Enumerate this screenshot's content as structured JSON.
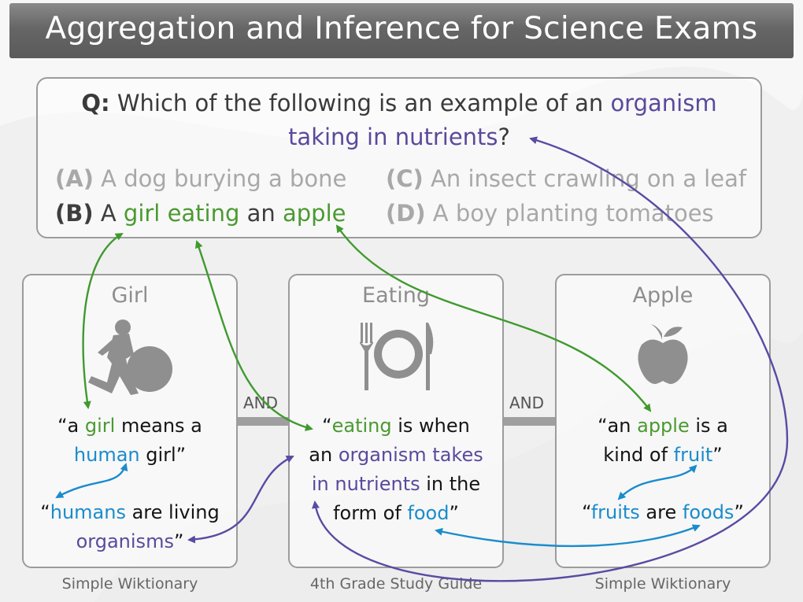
{
  "title": "Aggregation and Inference for Science Exams",
  "question": {
    "prefix": "Q:",
    "line1_a": " Which of the following is an example of an ",
    "line1_b": "organism",
    "line2_a": "taking in nutrients",
    "line2_b": "?",
    "options": {
      "a": {
        "letter": "(A)",
        "text": " A dog burying a bone"
      },
      "b": {
        "letter": "(B)",
        "t1": " A ",
        "t2": "girl eating",
        "t3": " an ",
        "t4": "apple"
      },
      "c": {
        "letter": "(C)",
        "text": " An insect crawling on a leaf"
      },
      "d": {
        "letter": "(D)",
        "text": " A boy planting tomatoes"
      }
    }
  },
  "cards": {
    "girl": {
      "title": "Girl",
      "icon": "girl-kicking-ball-icon",
      "d1_a": "“a ",
      "d1_b": "girl",
      "d1_c": " means a",
      "d2_a": "human",
      "d2_b": " girl”",
      "d3_a": "“",
      "d3_b": "humans",
      "d3_c": " are living",
      "d4_a": "organisms",
      "d4_b": "”",
      "source": "Simple Wiktionary"
    },
    "eating": {
      "title": "Eating",
      "icon": "plate-fork-knife-icon",
      "d1_a": "“",
      "d1_b": "eating",
      "d1_c": " is when",
      "d2_a": "an ",
      "d2_b": "organism takes",
      "d3_a": "in nutrients",
      "d3_b": " in the",
      "d4_a": "form of ",
      "d4_b": "food",
      "d4_c": "”",
      "source": "4th Grade Study Guide"
    },
    "apple": {
      "title": "Apple",
      "icon": "apple-icon",
      "d1_a": "“an ",
      "d1_b": "apple",
      "d1_c": " is a",
      "d2_a": "kind of ",
      "d2_b": "fruit",
      "d2_c": "”",
      "d3_a": "“",
      "d3_b": "fruits",
      "d3_c": " are ",
      "d3_d": "foods",
      "d3_e": "”",
      "source": "Simple Wiktionary"
    }
  },
  "and_labels": [
    "AND",
    "AND"
  ],
  "colors": {
    "green": "#4a9a30",
    "purple": "#5a4a9c",
    "blue": "#1a8ccc",
    "title_bar": "#666666"
  }
}
